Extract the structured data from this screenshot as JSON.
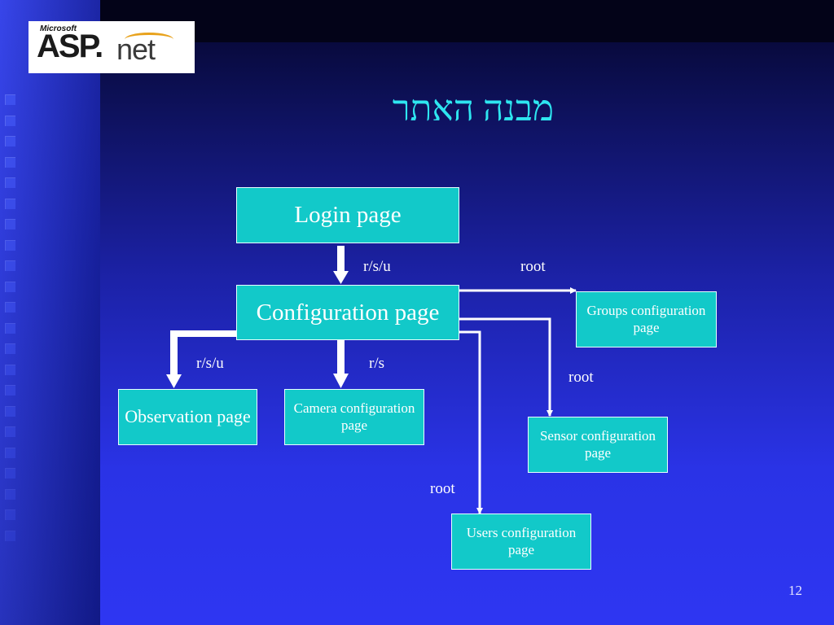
{
  "logo": {
    "microsoft": "Microsoft",
    "asp": "ASP.",
    "net": "net"
  },
  "title": "מבנה האתר",
  "nodes": {
    "login": "Login page",
    "configuration": "Configuration page",
    "groups": "Groups configuration page",
    "observation": "Observation page",
    "camera": "Camera configuration page",
    "sensor": "Sensor configuration page",
    "users": "Users configuration page"
  },
  "labels": {
    "login_to_config": "r/s/u",
    "config_to_groups": "root",
    "config_to_observation": "r/s/u",
    "config_to_camera": "r/s",
    "config_to_sensor": "root",
    "config_to_users": "root"
  },
  "slide_number": "12",
  "colors": {
    "box_fill": "#12c9c9",
    "title": "#2ee6f0",
    "arrow": "#ffffff"
  }
}
